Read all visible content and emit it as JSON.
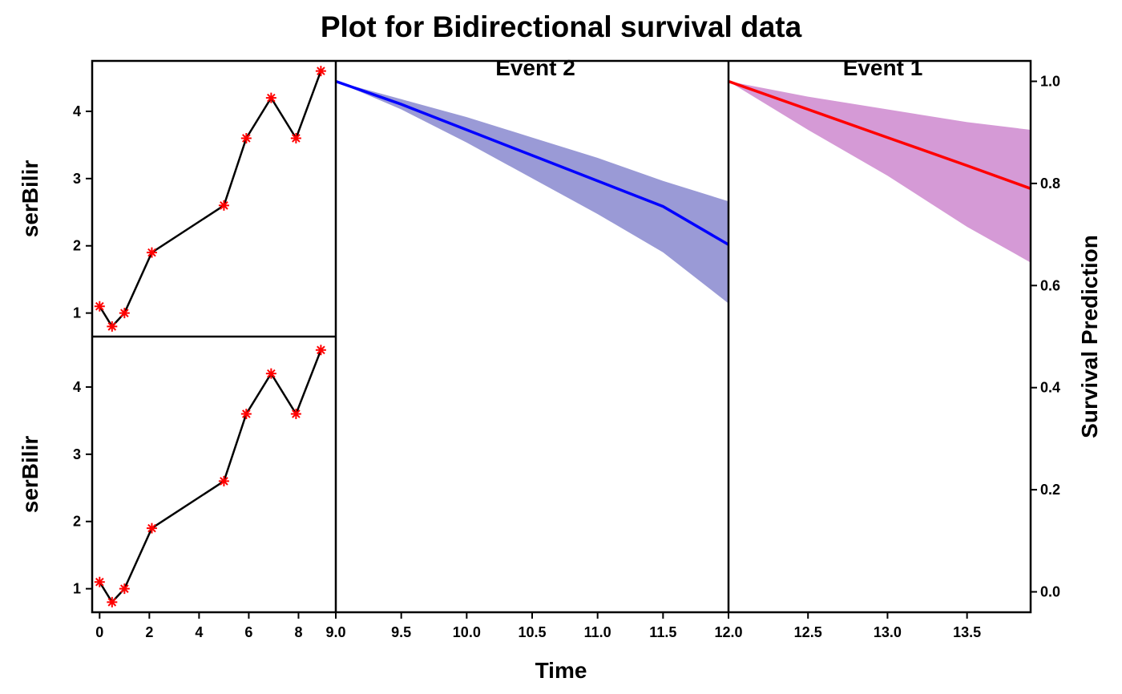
{
  "chart_data": {
    "title": "Plot for Bidirectional survival data",
    "type": "line",
    "longitudinal_panels": [
      {
        "ylabel": "serBilir",
        "x": [
          0,
          0.5,
          1,
          2.1,
          5,
          5.9,
          6.9,
          7.9,
          8.9
        ],
        "y": [
          1.1,
          0.8,
          1.0,
          1.9,
          2.6,
          3.6,
          4.2,
          3.6,
          4.6
        ],
        "xlim": [
          -0.3,
          9.5
        ],
        "ylim": [
          0.65,
          4.75
        ],
        "yticks": [
          1,
          2,
          3,
          4
        ]
      },
      {
        "ylabel": "serBilir",
        "x": [
          0,
          0.5,
          1,
          2.1,
          5,
          5.9,
          6.9,
          7.9,
          8.9
        ],
        "y": [
          1.1,
          0.8,
          1.0,
          1.9,
          2.6,
          3.6,
          4.2,
          3.6,
          4.55
        ],
        "xlim": [
          -0.3,
          9.5
        ],
        "ylim": [
          0.65,
          4.75
        ],
        "yticks": [
          1,
          2,
          3,
          4
        ]
      }
    ],
    "x_ticks_left": [
      "0",
      "2",
      "4",
      "6",
      "8"
    ],
    "survival_panels": [
      {
        "label": "Event 2",
        "x": [
          9.0,
          9.5,
          10.0,
          10.5,
          11.0,
          11.5,
          12.0
        ],
        "y": [
          1.0,
          0.955,
          0.905,
          0.855,
          0.805,
          0.755,
          0.68
        ],
        "lower": [
          1.0,
          0.945,
          0.88,
          0.81,
          0.74,
          0.665,
          0.565
        ],
        "upper": [
          1.0,
          0.965,
          0.93,
          0.89,
          0.85,
          0.805,
          0.765
        ],
        "xlim": [
          9.0,
          12.0
        ],
        "xticks": [
          "9.0",
          "9.5",
          "10.0",
          "10.5",
          "11.0",
          "11.5",
          "12.0"
        ]
      },
      {
        "label": "Event 1",
        "x": [
          12.0,
          12.5,
          13.0,
          13.5,
          13.9
        ],
        "y": [
          1.0,
          0.945,
          0.89,
          0.835,
          0.79
        ],
        "lower": [
          1.0,
          0.905,
          0.815,
          0.715,
          0.645
        ],
        "upper": [
          1.0,
          0.97,
          0.945,
          0.92,
          0.905
        ],
        "xlim": [
          12.0,
          13.9
        ],
        "xticks": [
          "12.5",
          "13.0",
          "13.5"
        ]
      }
    ],
    "xlabel": "Time",
    "ylabel_right": "Survival Prediction",
    "ylim_right": [
      -0.04,
      1.04
    ],
    "yticks_right": [
      "0.0",
      "0.2",
      "0.4",
      "0.6",
      "0.8",
      "1.0"
    ],
    "colors": {
      "line": "#000000",
      "points": "#ff0000",
      "event2_line": "#0000ff",
      "event2_band": "#9a9ad6",
      "event1_line": "#ff0000",
      "event1_band": "#d59ad6"
    },
    "grid": false
  }
}
